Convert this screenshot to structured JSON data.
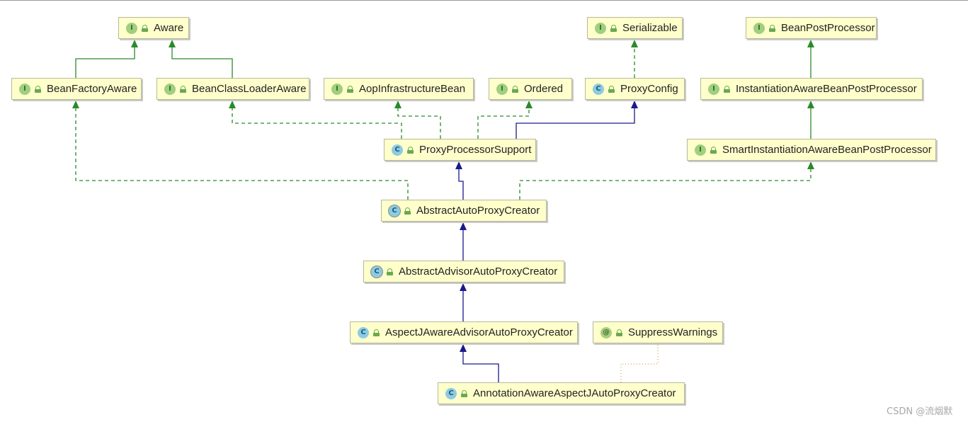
{
  "nodes": {
    "aware": {
      "name": "Aware",
      "kind": "interface",
      "badge": "I"
    },
    "serializable": {
      "name": "Serializable",
      "kind": "interface",
      "badge": "I"
    },
    "bean_post_processor": {
      "name": "BeanPostProcessor",
      "kind": "interface",
      "badge": "I"
    },
    "bean_factory_aware": {
      "name": "BeanFactoryAware",
      "kind": "interface",
      "badge": "I"
    },
    "bean_class_loader_aware": {
      "name": "BeanClassLoaderAware",
      "kind": "interface",
      "badge": "I"
    },
    "aop_infrastructure_bean": {
      "name": "AopInfrastructureBean",
      "kind": "interface",
      "badge": "I"
    },
    "ordered": {
      "name": "Ordered",
      "kind": "interface",
      "badge": "I"
    },
    "proxy_config": {
      "name": "ProxyConfig",
      "kind": "class",
      "badge": "C"
    },
    "instantiation_aware_bpp": {
      "name": "InstantiationAwareBeanPostProcessor",
      "kind": "interface",
      "badge": "I"
    },
    "proxy_processor_support": {
      "name": "ProxyProcessorSupport",
      "kind": "class",
      "badge": "C"
    },
    "smart_instantiation_aware_bpp": {
      "name": "SmartInstantiationAwareBeanPostProcessor",
      "kind": "interface",
      "badge": "I"
    },
    "abstract_auto_proxy_creator": {
      "name": "AbstractAutoProxyCreator",
      "kind": "abstract",
      "badge": "C"
    },
    "abstract_advisor_auto_proxy_creator": {
      "name": "AbstractAdvisorAutoProxyCreator",
      "kind": "abstract",
      "badge": "C"
    },
    "aspectj_aware_advisor_auto_proxy_creator": {
      "name": "AspectJAwareAdvisorAutoProxyCreator",
      "kind": "class",
      "badge": "C"
    },
    "suppress_warnings": {
      "name": "SuppressWarnings",
      "kind": "annotation",
      "badge": "@"
    },
    "annotation_aware_aspectj_auto_proxy_creator": {
      "name": "AnnotationAwareAspectJAutoProxyCreator",
      "kind": "class",
      "badge": "C"
    }
  },
  "relations": [
    {
      "from": "bean_factory_aware",
      "to": "aware",
      "type": "extends-interface"
    },
    {
      "from": "bean_class_loader_aware",
      "to": "aware",
      "type": "extends-interface"
    },
    {
      "from": "proxy_config",
      "to": "serializable",
      "type": "implements"
    },
    {
      "from": "instantiation_aware_bpp",
      "to": "bean_post_processor",
      "type": "extends-interface"
    },
    {
      "from": "smart_instantiation_aware_bpp",
      "to": "instantiation_aware_bpp",
      "type": "extends-interface"
    },
    {
      "from": "proxy_processor_support",
      "to": "bean_class_loader_aware",
      "type": "implements"
    },
    {
      "from": "proxy_processor_support",
      "to": "aop_infrastructure_bean",
      "type": "implements"
    },
    {
      "from": "proxy_processor_support",
      "to": "ordered",
      "type": "implements"
    },
    {
      "from": "proxy_processor_support",
      "to": "proxy_config",
      "type": "extends"
    },
    {
      "from": "abstract_auto_proxy_creator",
      "to": "proxy_processor_support",
      "type": "extends"
    },
    {
      "from": "abstract_auto_proxy_creator",
      "to": "bean_factory_aware",
      "type": "implements"
    },
    {
      "from": "abstract_auto_proxy_creator",
      "to": "smart_instantiation_aware_bpp",
      "type": "implements"
    },
    {
      "from": "abstract_advisor_auto_proxy_creator",
      "to": "abstract_auto_proxy_creator",
      "type": "extends"
    },
    {
      "from": "aspectj_aware_advisor_auto_proxy_creator",
      "to": "abstract_advisor_auto_proxy_creator",
      "type": "extends"
    },
    {
      "from": "annotation_aware_aspectj_auto_proxy_creator",
      "to": "aspectj_aware_advisor_auto_proxy_creator",
      "type": "extends"
    },
    {
      "from": "annotation_aware_aspectj_auto_proxy_creator",
      "to": "suppress_warnings",
      "type": "annotated-by"
    }
  ],
  "colors": {
    "extends": "#1a1a8c",
    "interface_relation": "#2a8a2a",
    "annotation_relation": "#d4a15a",
    "node_fill": "#ffffcc"
  },
  "watermark": "CSDN @流烟默"
}
